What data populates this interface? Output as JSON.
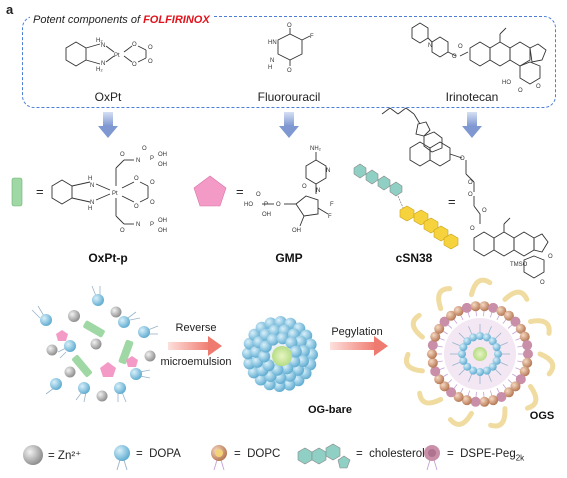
{
  "panel_label": "a",
  "box": {
    "title_prefix": "Potent components of ",
    "title_highlight": "FOLFIRINOX"
  },
  "molecules": {
    "oxpt": "OxPt",
    "fluorouracil": "Fluorouracil",
    "irinotecan": "Irinotecan"
  },
  "prodrugs": {
    "oxpt_p": "OxPt-p",
    "gmp": "GMP",
    "csn38": "cSN38",
    "equals": "=",
    "tmso": "TMSO"
  },
  "process": {
    "step1_line1": "Reverse",
    "step1_line2": "microemulsion",
    "step2": "Pegylation",
    "og_bare": "OG-bare",
    "ogs": "OGS"
  },
  "legend": [
    {
      "symbol": "grey-sphere",
      "label": "Zn²⁺"
    },
    {
      "symbol": "dopa",
      "label": "DOPA"
    },
    {
      "symbol": "dopc",
      "label": "DOPC"
    },
    {
      "symbol": "cholesterol",
      "label": "cholesterol"
    },
    {
      "symbol": "dspe-peg",
      "label": "DSPE-Peg",
      "sub": "2k"
    }
  ],
  "colors": {
    "dash": "#4d7fd6",
    "highlight": "#e3121b",
    "arrow_blue": "#8fa6d8",
    "arrow_red": "#f28c84",
    "oxpt_green": "#9fd8a4",
    "gmp_pink": "#f39bc6",
    "chol_teal": "#8fcfc4",
    "sn38_yellow": "#f6d33c",
    "dopa_blue": "#8ec9e6",
    "core_green": "#c5e59a",
    "lipid_outer": "#c98e6a",
    "peg_gold": "#f0dca0"
  }
}
